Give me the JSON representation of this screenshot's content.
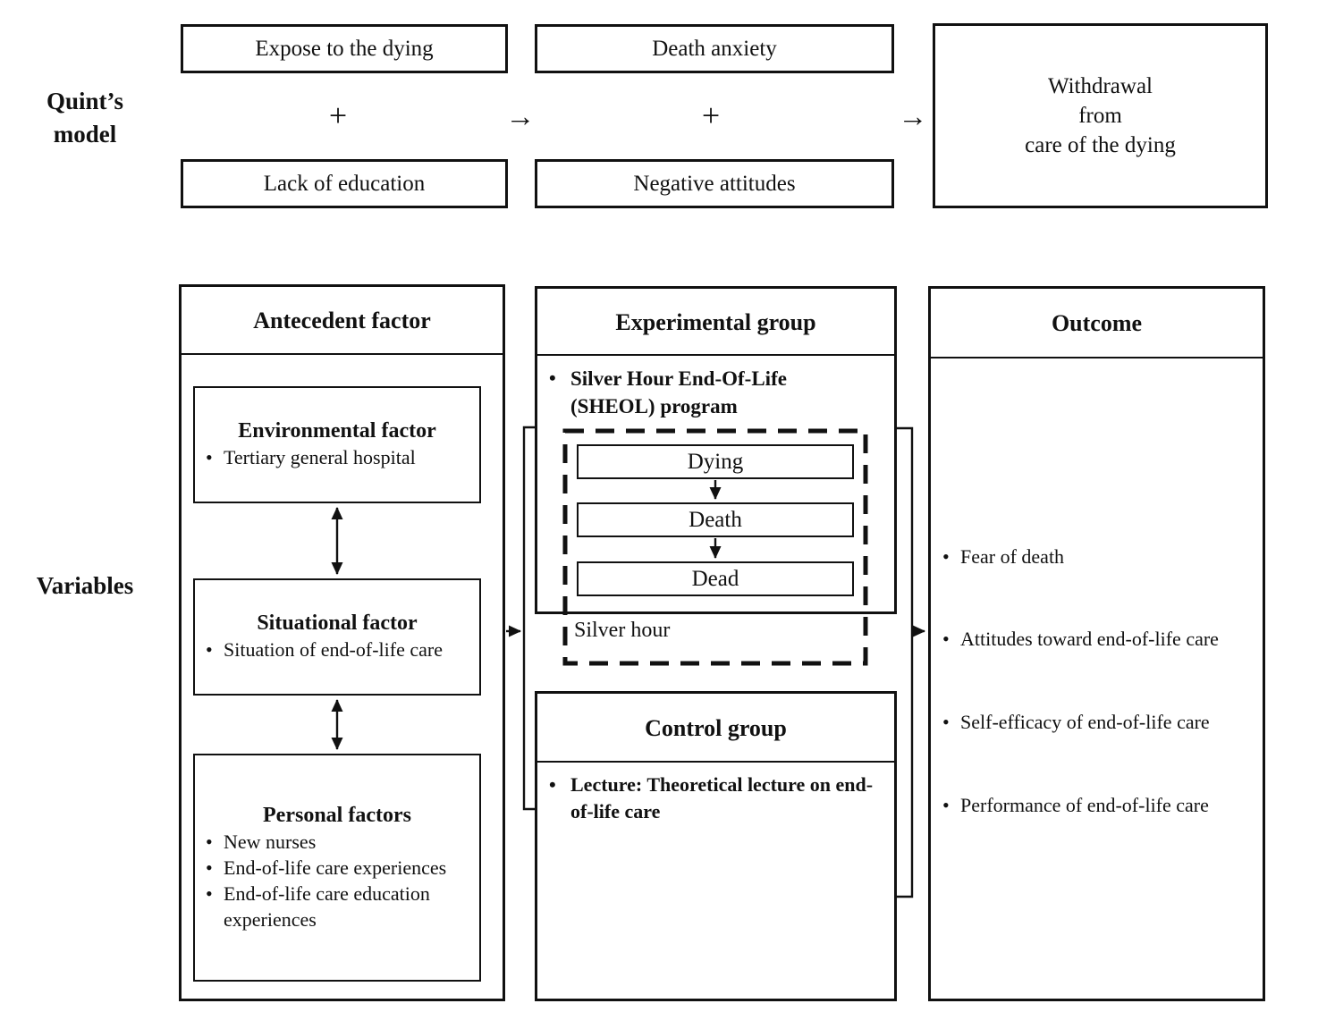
{
  "diagram": {
    "background": "#ffffff",
    "ink": "#111111"
  },
  "bullet_marker": "•",
  "quint_model": {
    "row_label_line1": "Quint’s",
    "row_label_line2": "model",
    "expose_box": "Expose to the dying",
    "death_anxiety_box": "Death anxiety",
    "lack_education_box": "Lack of education",
    "negative_attitudes_box": "Negative attitudes",
    "withdrawal_box_line1": "Withdrawal",
    "withdrawal_box_line2": "from",
    "withdrawal_box_line3": "care of the dying",
    "plus_left": "+",
    "plus_right": "+",
    "arrow_left": "→",
    "arrow_right": "→"
  },
  "variables": {
    "row_label": "Variables",
    "antecedent": {
      "header": "Antecedent factor",
      "environmental_title": "Environmental factor",
      "environmental_bullet": "Tertiary general hospital",
      "situational_title": "Situational factor",
      "situational_bullet": "Situation of end-of-life care",
      "personal_title": "Personal factors",
      "personal_bullets": [
        "New nurses",
        "End-of-life care experiences",
        "End-of-life care education experiences"
      ]
    },
    "experimental": {
      "header": "Experimental group",
      "program_bullet": "Silver Hour End-Of-Life (SHEOL) program",
      "stages": [
        "Dying",
        "Death",
        "Dead"
      ],
      "dashed_box_label": "Silver hour"
    },
    "control": {
      "header": "Control group",
      "lecture_bullet": "Lecture: Theoretical lecture on end-of-life care"
    },
    "outcome": {
      "header": "Outcome",
      "bullets": [
        "Fear of death",
        "Attitudes toward end-of-life care",
        "Self-efficacy of end-of-life care",
        "Performance of end-of-life care"
      ]
    }
  }
}
